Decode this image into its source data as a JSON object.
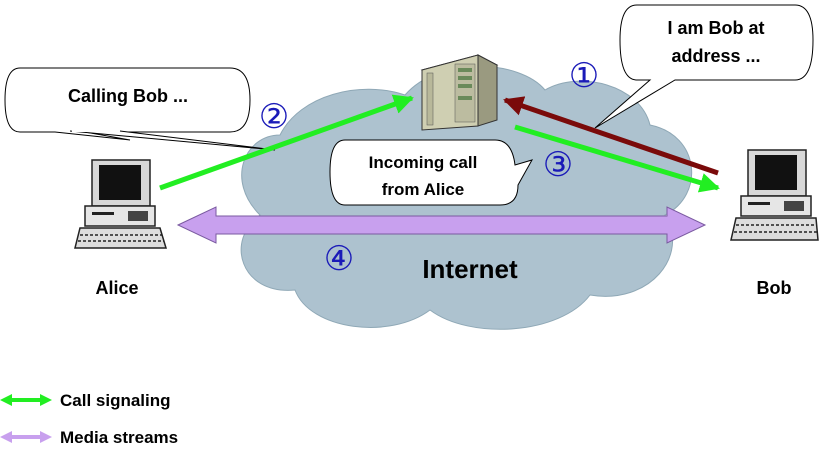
{
  "callouts": {
    "calling": "Calling Bob ...",
    "bob_line1": "I am Bob at",
    "bob_line2": "address ...",
    "incoming_line1": "Incoming call",
    "incoming_line2": "from Alice"
  },
  "nodes": {
    "alice": "Alice",
    "bob": "Bob",
    "network": "Internet"
  },
  "steps": [
    "①",
    "②",
    "③",
    "④"
  ],
  "legend": {
    "signaling": "Call signaling",
    "media": "Media streams"
  },
  "colors": {
    "signaling": "#22ee22",
    "media": "#c8a0ee",
    "registration": "#7a0a0a",
    "cloud": "#adc2cf",
    "step_numbers": "#1a1ab8"
  }
}
